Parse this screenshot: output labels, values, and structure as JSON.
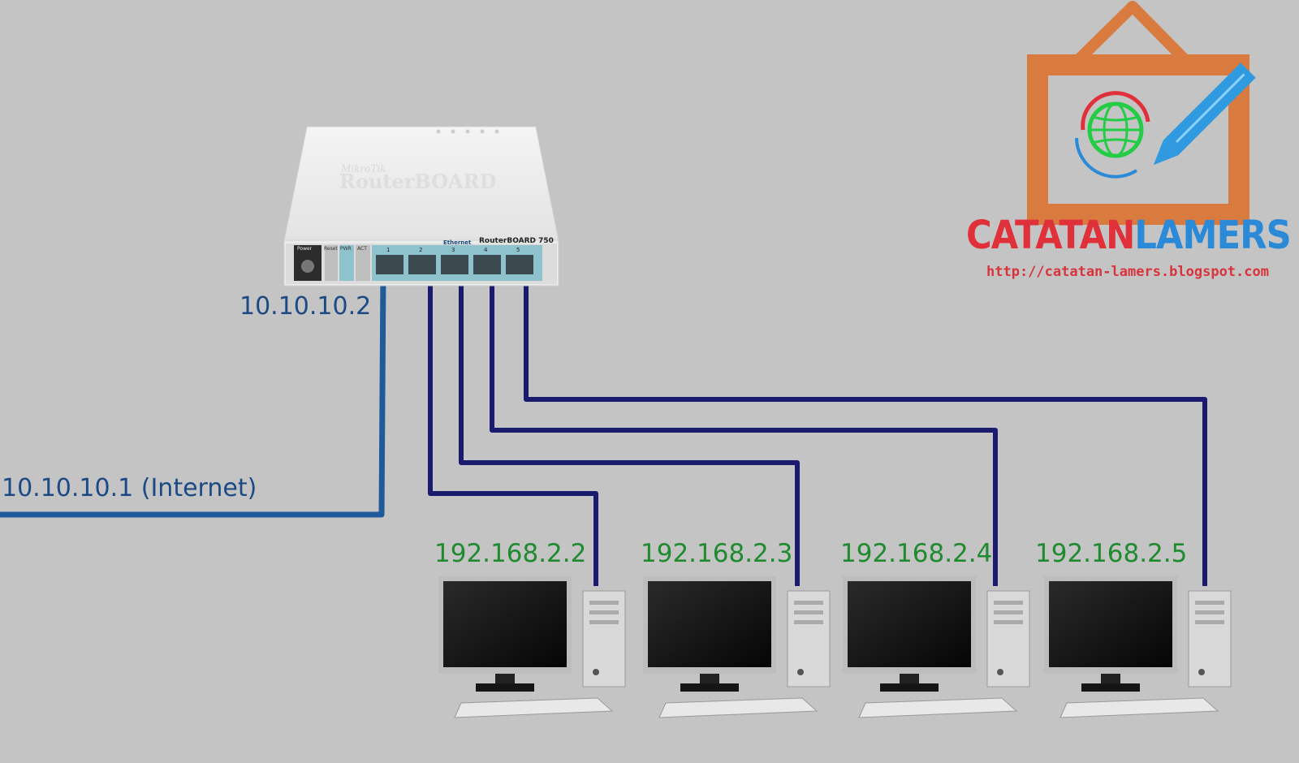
{
  "router": {
    "brand_small": "MikroTik",
    "brand": "RouterBOARD",
    "model": "RouterBOARD 750",
    "ethernet_label": "Ethernet",
    "power_label": "Power",
    "reset_label": "Reset",
    "pwr_label": "PWR",
    "act_label": "ACT",
    "port_numbers": [
      "1",
      "2",
      "3",
      "4",
      "5"
    ]
  },
  "wan": {
    "ip_label": "10.10.10.1 (Internet)"
  },
  "router_wan_ip": "10.10.10.2",
  "clients": [
    {
      "ip": "192.168.2.2"
    },
    {
      "ip": "192.168.2.3"
    },
    {
      "ip": "192.168.2.4"
    },
    {
      "ip": "192.168.2.5"
    }
  ],
  "logo": {
    "name_part1": "CATATAN",
    "name_part2": "LAMERS",
    "url": "http://catatan-lamers.blogspot.com"
  },
  "colors": {
    "background": "#c4c4c4",
    "wan_cable": "#1f5a9a",
    "lan_cable": "#1a1a6e",
    "ip_green": "#1f8a2e",
    "ip_blue": "#1b4a85",
    "logo_orange": "#d97a3e",
    "logo_red": "#e0303a",
    "logo_blue": "#2a8ad8"
  }
}
